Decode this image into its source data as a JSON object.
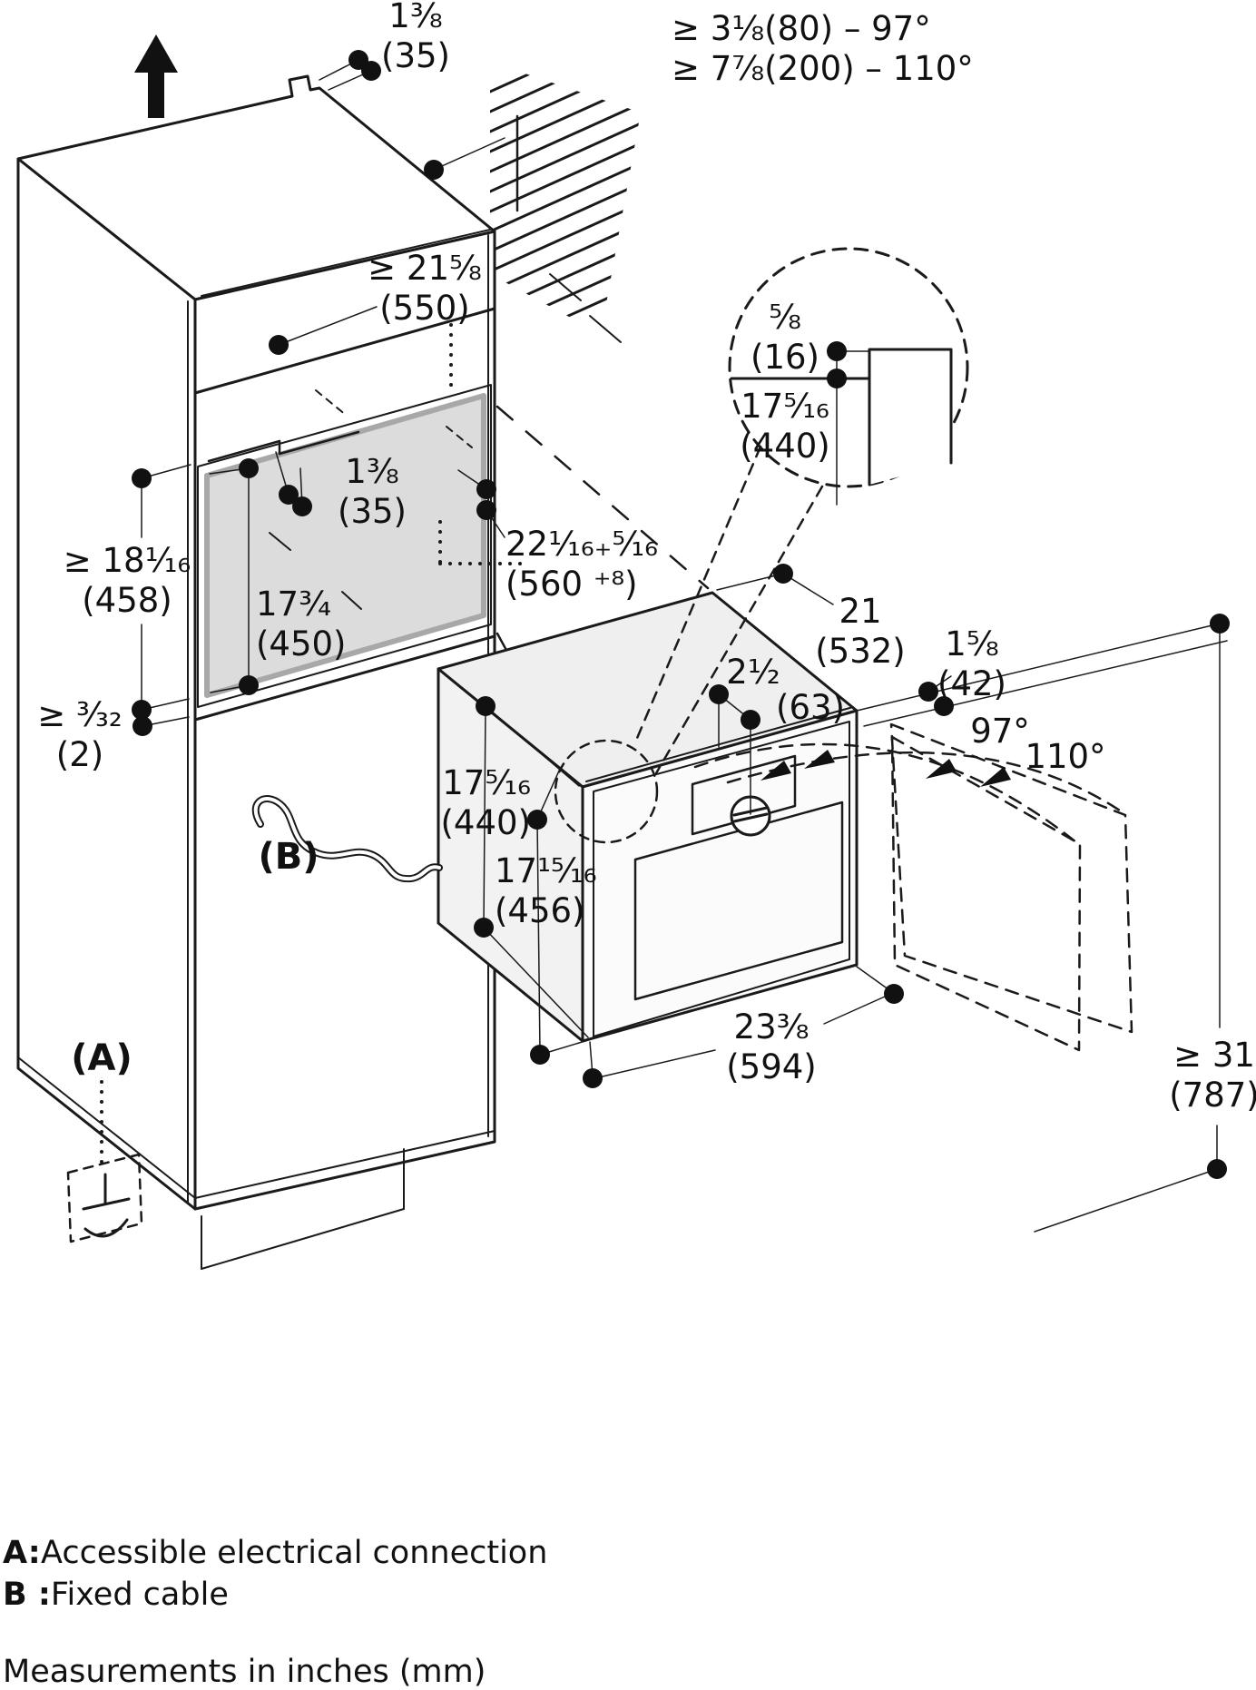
{
  "title": "Built-in appliance installation diagram",
  "units_note": "Measurements in inches (mm)",
  "legend": {
    "a_key": "A:",
    "a_text": "Accessible electrical connection",
    "b_key": "B :",
    "b_text": "Fixed cable"
  },
  "callouts": {
    "a": "(A)",
    "b": "(B)"
  },
  "icons": [
    "up-arrow-icon",
    "electrical-outlet-icon",
    "cable-icon",
    "wall-hatch"
  ],
  "colors": {
    "ink": "#1a1a1a",
    "niche_fill": "#dcdcdc",
    "niche_trim": "#a8a8a8",
    "oven_fill": "#f2f2f2"
  },
  "dims": {
    "topOffset": {
      "l1": "1³⁄₈",
      "l2": "(35)"
    },
    "wallClearance": {
      "l1": "≥ 3¹⁄₈(80) – 97°",
      "l2": "≥ 7⁷⁄₈(200) – 110°"
    },
    "cabinetDepth": {
      "l1": "≥ 21⁵⁄₈",
      "l2": "(550)"
    },
    "detailOverlap": {
      "l1": "⁵⁄₈",
      "l2": "(16)"
    },
    "detailHeight": {
      "l1": "17⁵⁄₁₆",
      "l2": "(440)"
    },
    "nicheHeightMin": {
      "l1": "≥ 18¹⁄₁₆",
      "l2": "(458)"
    },
    "nicheInnerHeight": {
      "l1": "17³⁄₄",
      "l2": "(450)"
    },
    "nicheTopRecess": {
      "l1": "1³⁄₈",
      "l2": "(35)"
    },
    "bottomGap": {
      "l1": "≥ ³⁄₃₂",
      "l2": "(2)"
    },
    "nicheWidth": {
      "l1": "22¹⁄₁₆₊⁵⁄₁₆",
      "l2": "(560 ⁺⁸)"
    },
    "ovenDepth": {
      "l1": "21",
      "l2": "(532)"
    },
    "doorProtrusion": {
      "l1": "1⁵⁄₈",
      "l2": "(42)"
    },
    "knobOffset": {
      "l1": "2¹⁄₂",
      "l2": "(63)"
    },
    "angle97": "97°",
    "angle110": "110°",
    "ovenRearHeight": {
      "l1": "17⁵⁄₁₆",
      "l2": "(440)"
    },
    "ovenFrontHeight": {
      "l1": "17¹⁵⁄₁₆",
      "l2": "(456)"
    },
    "ovenWidth": {
      "l1": "23³⁄₈",
      "l2": "(594)"
    },
    "clearanceBelow": {
      "l1": "≥ 31",
      "l2": "(787)"
    }
  }
}
